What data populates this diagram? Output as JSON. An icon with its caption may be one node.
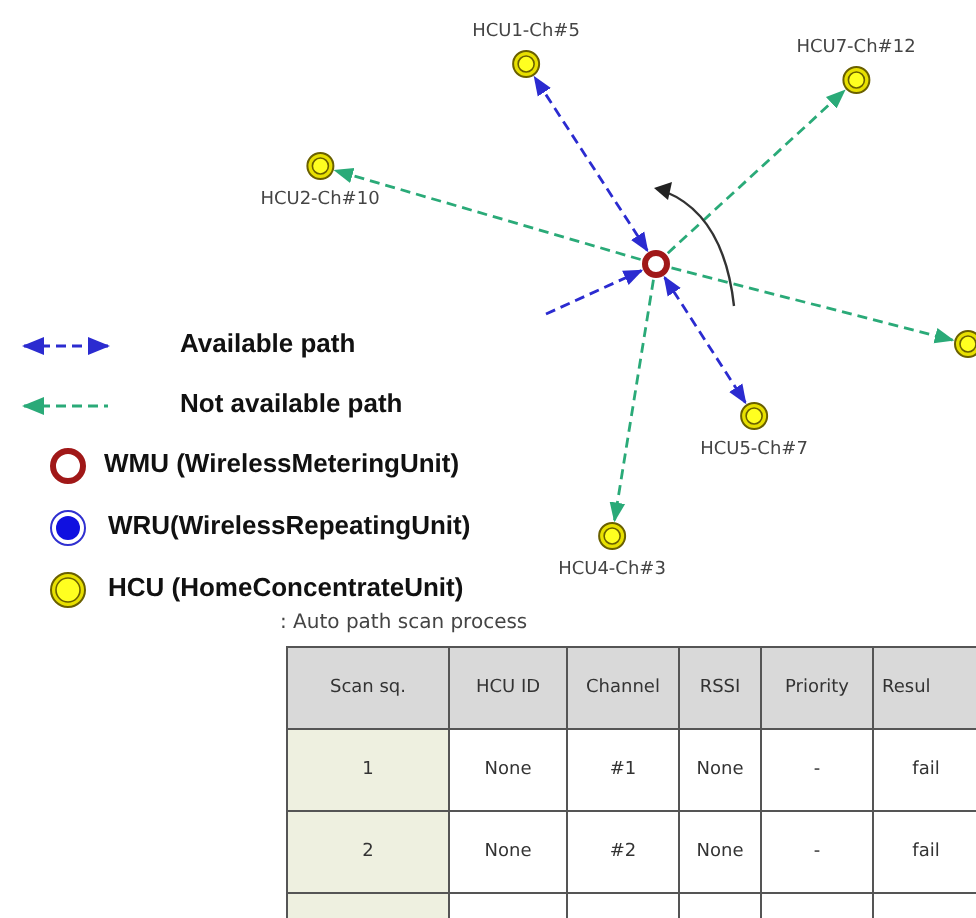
{
  "diagram": {
    "nodes": [
      {
        "text": [
          "HCU1-Ch#5"
        ]
      },
      {
        "text": [
          "HCU7-Ch#12"
        ]
      },
      {
        "text": [
          "HCU2-Ch#10"
        ]
      },
      {
        "text": [],
        "shape": "circle"
      },
      {
        "text": [],
        "shape": "circle"
      },
      {
        "text": [
          "HCU5-Ch#7"
        ]
      },
      {
        "text": [
          "HCU4-Ch#3"
        ]
      }
    ],
    "edges": [
      {
        "from": 3,
        "to": 0,
        "arrow": "both",
        "style": "dashed",
        "color": "#2b2bd0"
      },
      {
        "from": 3,
        "to": 2,
        "arrow": "to",
        "style": "dashed"
      },
      {
        "from": 3,
        "to": 1,
        "arrow": "to",
        "style": "dashed"
      },
      {
        "from": 3,
        "to": 4,
        "arrow": "to",
        "style": "dashed"
      },
      {
        "from": null,
        "to": 3,
        "arrow": "to",
        "style": "dashed",
        "color": "#2b2bd0"
      },
      {
        "from": 3,
        "to": 5,
        "arrow": "both",
        "style": "dashed",
        "color": "#2b2bd0"
      },
      {
        "from": 3,
        "to": 6,
        "arrow": "to",
        "style": "dashed"
      }
    ],
    "labels": [
      ": Auto path scan process",
      "Scan sq.",
      "HCU ID",
      "Channel",
      "RSSI",
      "Priority",
      "Resul",
      "1",
      "None",
      "#1",
      "None",
      "-",
      "fail",
      "2",
      "None",
      "#2",
      "None",
      "-",
      "fail"
    ],
    "legend": [
      {
        "text": "Available path"
      },
      {
        "text": "Not available path"
      },
      {
        "text": "WMU (WirelessMeteringUnit)"
      },
      {
        "text": "WRU(WirelessRepeatingUnit)"
      },
      {
        "text": "HCU (HomeConcentrateUnit)"
      }
    ]
  }
}
